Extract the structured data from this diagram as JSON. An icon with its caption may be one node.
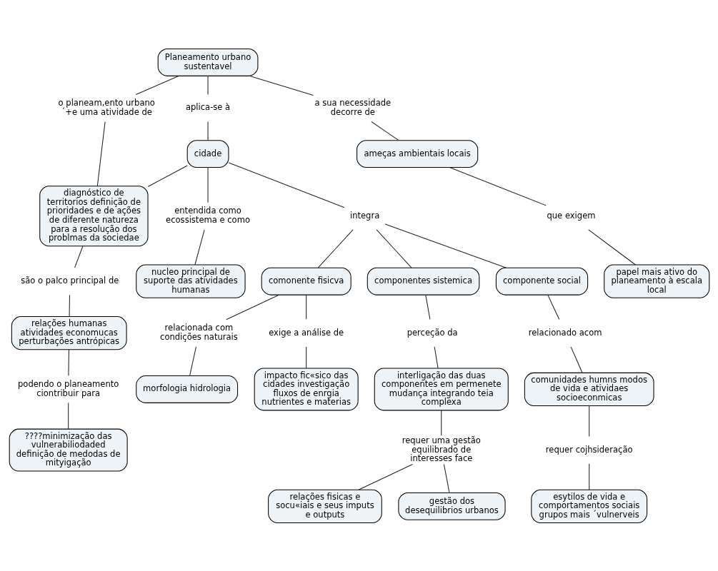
{
  "diagram": {
    "nodes": [
      {
        "text": [
          "Planeamento urbano sustentavel"
        ]
      },
      {
        "text": [
          "aplica-se à"
        ]
      },
      {
        "text": [
          "o planeam,ento urbano ´+e uma atividade de"
        ]
      },
      {
        "text": [
          "a sua necessidade decorre de"
        ]
      },
      {
        "text": [
          "diagnóstico de territorios definição de prioridades e de ações de diferente natureza para a resolução dos problmas da sociedae"
        ]
      },
      {
        "text": [
          "ameças ambientais locais"
        ]
      },
      {
        "text": [
          "cidade"
        ]
      },
      {
        "text": [
          "entendida como ecossistema e como"
        ]
      },
      {
        "text": [
          "integra"
        ]
      },
      {
        "text": [
          "são o palco principal de"
        ]
      },
      {
        "text": [
          "que exigem"
        ]
      },
      {
        "text": [
          "nucleo principal de suporte das atividades humanas"
        ]
      },
      {
        "text": [
          "comonente fisicva"
        ]
      },
      {
        "text": [
          "componentes sistemica"
        ]
      },
      {
        "text": [
          "componente social"
        ]
      },
      {
        "text": [
          "relações humanas atividades economucas perturbações antrópicas"
        ]
      },
      {
        "text": [
          "papel mais ativo do planeamento à escala local"
        ]
      },
      {
        "text": [
          "relacionada com condições naturais"
        ]
      },
      {
        "text": [
          "exige a análise de"
        ]
      },
      {
        "text": [
          "perceção da"
        ]
      },
      {
        "text": [
          "relacionado acom"
        ]
      },
      {
        "text": [
          "podendo o planeamento ciontribuir para"
        ]
      },
      {
        "text": [
          "morfologia hidrologia"
        ]
      },
      {
        "text": [
          "impacto fic«sico das cidades investigação fluxos de enrgia nutrientes e materias"
        ]
      },
      {
        "text": [
          "interligação das duas componentes em permenete mudança integrando teia complexa"
        ]
      },
      {
        "text": [
          "comunidades humns modos de vida e atividaes socioeconmicas"
        ]
      },
      {
        "text": [
          "????minimização das vulnerabiliodaded definição de medodas de mityigação"
        ]
      },
      {
        "text": [
          "requer uma gestão equilibrado de interesses face"
        ]
      },
      {
        "text": [
          "requer cojhsideração"
        ]
      },
      {
        "text": [
          "relações fisicas e socu«iais e seus imputs e outputs"
        ]
      },
      {
        "text": [
          "gestão dos desequilibrios urbanos"
        ]
      },
      {
        "text": [
          "esytilos de vida e comportamentos sociais grupos mais ´vulnerveis"
        ]
      }
    ],
    "edges": [
      {
        "from": 0,
        "to": 1,
        "arrow": "none"
      },
      {
        "from": 0,
        "to": 2,
        "arrow": "none"
      },
      {
        "from": 0,
        "to": 3,
        "arrow": "none"
      },
      {
        "from": 1,
        "to": 6,
        "arrow": "none"
      },
      {
        "from": 2,
        "to": 4,
        "arrow": "none"
      },
      {
        "from": 3,
        "to": 5,
        "arrow": "none"
      },
      {
        "from": 6,
        "to": 4,
        "arrow": "none"
      },
      {
        "from": 4,
        "to": 9,
        "arrow": "none"
      },
      {
        "from": 6,
        "to": 7,
        "arrow": "none"
      },
      {
        "from": 6,
        "to": 8,
        "arrow": "none"
      },
      {
        "from": 5,
        "to": 10,
        "arrow": "none"
      },
      {
        "from": 7,
        "to": 11,
        "arrow": "none"
      },
      {
        "from": 8,
        "to": 12,
        "arrow": "none"
      },
      {
        "from": 8,
        "to": 13,
        "arrow": "none"
      },
      {
        "from": 8,
        "to": 14,
        "arrow": "none"
      },
      {
        "from": 9,
        "to": 15,
        "arrow": "none"
      },
      {
        "from": 10,
        "to": 16,
        "arrow": "none"
      },
      {
        "from": 12,
        "to": 17,
        "arrow": "none"
      },
      {
        "from": 12,
        "to": 18,
        "arrow": "none"
      },
      {
        "from": 13,
        "to": 19,
        "arrow": "none"
      },
      {
        "from": 14,
        "to": 20,
        "arrow": "none"
      },
      {
        "from": 15,
        "to": 21,
        "arrow": "none"
      },
      {
        "from": 17,
        "to": 22,
        "arrow": "none"
      },
      {
        "from": 18,
        "to": 23,
        "arrow": "none"
      },
      {
        "from": 19,
        "to": 24,
        "arrow": "none"
      },
      {
        "from": 20,
        "to": 25,
        "arrow": "none"
      },
      {
        "from": 21,
        "to": 26,
        "arrow": "none"
      },
      {
        "from": 24,
        "to": 27,
        "arrow": "none"
      },
      {
        "from": 25,
        "to": 28,
        "arrow": "none"
      },
      {
        "from": 27,
        "to": 29,
        "arrow": "none"
      },
      {
        "from": 27,
        "to": 30,
        "arrow": "none"
      },
      {
        "from": 28,
        "to": 31,
        "arrow": "none"
      }
    ]
  }
}
